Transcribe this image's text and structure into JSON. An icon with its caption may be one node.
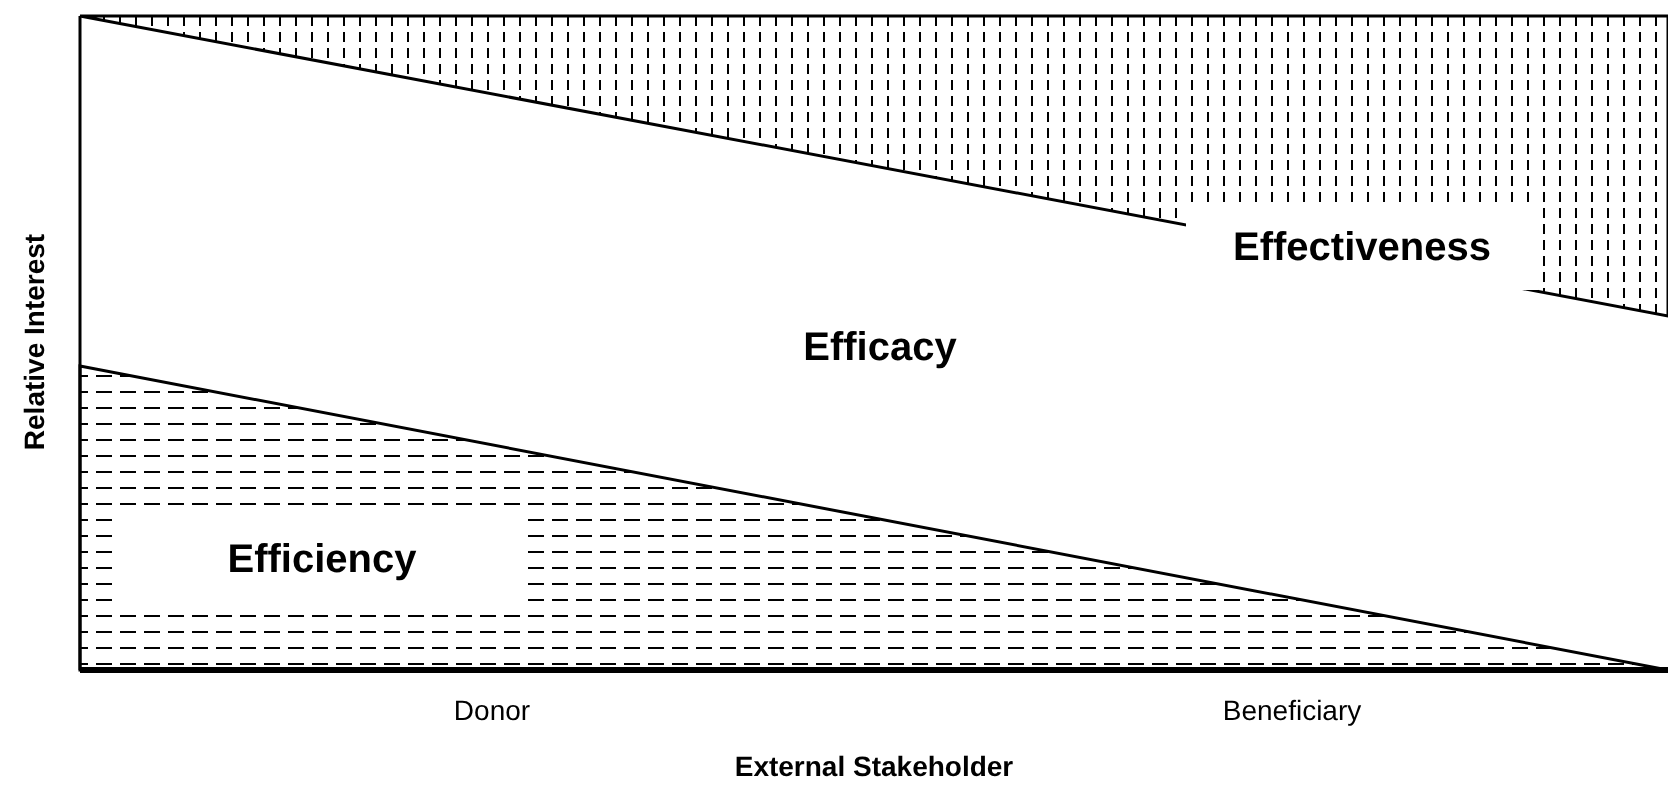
{
  "diagram": {
    "nodes": [
      {
        "text": [
          "Effectiveness"
        ]
      },
      {
        "text": [
          "Efficacy"
        ]
      },
      {
        "text": [
          "Efficiency"
        ]
      }
    ],
    "labels": [
      "Relative Interest",
      "Donor",
      "Beneficiary",
      "External Stakeholder"
    ]
  }
}
